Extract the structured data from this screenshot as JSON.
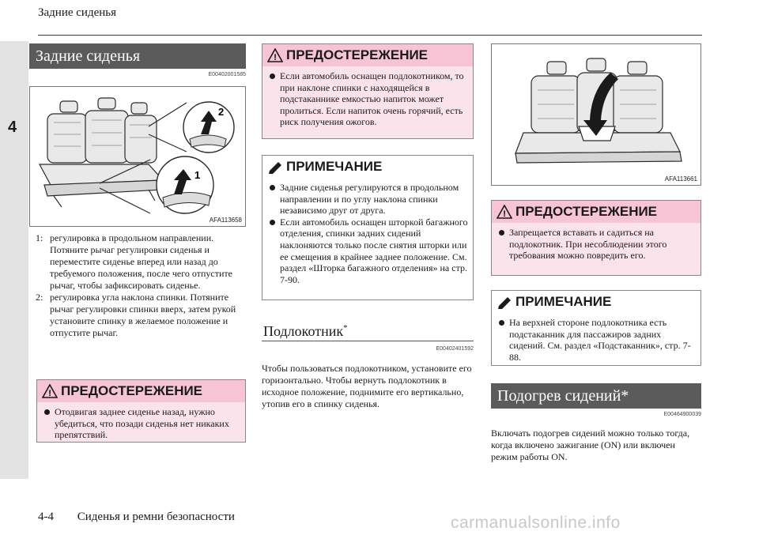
{
  "header": {
    "running_title": "Задние сиденья"
  },
  "chapter_tab": "4",
  "footer": {
    "page_number": "4-4",
    "chapter_title": "Сиденья и ремни безопасности"
  },
  "col1": {
    "section_title": "Задние сиденья",
    "code": "E00402001585",
    "figure_id": "AFA113658",
    "figure_callouts": [
      "2",
      "1"
    ],
    "items": [
      {
        "n": "1:",
        "text": "регулировка в продольном направлении. Потяните рычаг регулировки сиденья и переместите сиденье вперед или назад до требуемого положения, после чего отпустите рычаг, чтобы зафиксировать сиденье."
      },
      {
        "n": "2:",
        "text": "регулировка угла наклона спинки. Потяните рычаг регулировки спинки вверх, затем рукой установите спинку в желаемое положение и отпустите рычаг."
      }
    ],
    "warning": {
      "title": "ПРЕДОСТЕРЕЖЕНИЕ",
      "items": [
        "Отодвигая заднее сиденье назад, нужно убедиться, что позади сиденья нет никаких препятствий."
      ]
    }
  },
  "col2": {
    "warning": {
      "title": "ПРЕДОСТЕРЕЖЕНИЕ",
      "items": [
        "Если автомобиль оснащен подлокотником, то при наклоне спинки с находящейся в подстаканнике емкостью напиток может пролиться. Если напиток очень горячий, есть риск получения ожогов."
      ]
    },
    "note": {
      "title": "ПРИМЕЧАНИЕ",
      "items": [
        "Задние сиденья регулируются в продольном направлении и по углу наклона спинки независимо друг от друга.",
        "Если автомобиль оснащен шторкой багажного отделения, спинки задних сидений наклоняются только после снятия шторки или ее смещения в крайнее заднее положение. См. раздел «Шторка багажного отделения» на стр. 7-90."
      ]
    },
    "subsection_title": "Подлокотник",
    "subsection_star": "*",
    "code": "E00402401592",
    "paragraph": "Чтобы пользоваться подлокотником, установите его горизонтально. Чтобы вернуть подлокотник в исходное положение, поднимите его вертикально, утопив его в спинку сиденья."
  },
  "col3": {
    "figure_id": "AFA113661",
    "warning": {
      "title": "ПРЕДОСТЕРЕЖЕНИЕ",
      "items": [
        "Запрещается вставать и садиться на подлокотник. При несоблюдении этого требования можно повредить его."
      ]
    },
    "note": {
      "title": "ПРИМЕЧАНИЕ",
      "items": [
        "На верхней стороне подлокотника есть подстаканник для пассажиров задних сидений. См. раздел «Подстаканник», стр. 7-88."
      ]
    },
    "section_title": "Подогрев сидений*",
    "code": "E00464900039",
    "paragraph": "Включать подогрев сидений можно только тогда, когда включено зажигание (ON) или включен режим работы ON."
  },
  "watermark": "carmanualsonline.info"
}
